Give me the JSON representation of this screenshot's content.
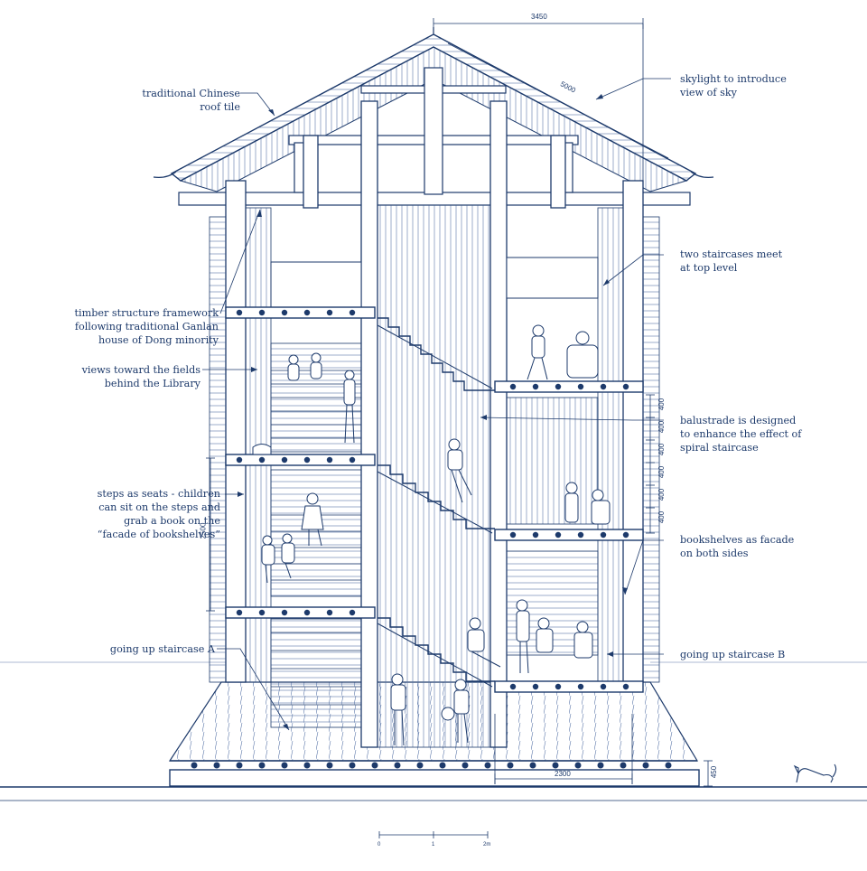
{
  "annotations": {
    "roof_tile": [
      "traditional Chinese",
      "roof tile"
    ],
    "skylight": [
      "skylight to introduce",
      "view of sky"
    ],
    "staircases_meet": [
      "two staircases meet",
      "at top level"
    ],
    "timber_structure": [
      "timber structure framework",
      "following traditional Ganlan",
      "house of Dong minority"
    ],
    "views_fields": [
      "views toward the fields",
      "behind the Library"
    ],
    "balustrade": [
      "balustrade is designed",
      "to enhance the effect of",
      "spiral staircase"
    ],
    "steps_seats": [
      "steps as seats - children",
      "can sit on the steps and",
      "grab a book on the",
      "“facade of bookshelves”"
    ],
    "bookshelves_facade": [
      "bookshelves as facade",
      "on both sides"
    ],
    "staircase_a": [
      "going up staircase A"
    ],
    "staircase_b": [
      "going up staircase B"
    ]
  },
  "dimensions": {
    "top_width": "3450",
    "roof_slope": "5000",
    "floor_height": "2500",
    "stair_steps": [
      "400",
      "400",
      "400",
      "400",
      "400",
      "400"
    ],
    "bottom_width": "2300",
    "plinth_height": "450"
  },
  "scale_bar": {
    "ticks": [
      "0",
      "1",
      "2m"
    ]
  },
  "colors": {
    "line": "#1d3a6b",
    "light_line": "#5a76a8",
    "background": "#ffffff"
  }
}
